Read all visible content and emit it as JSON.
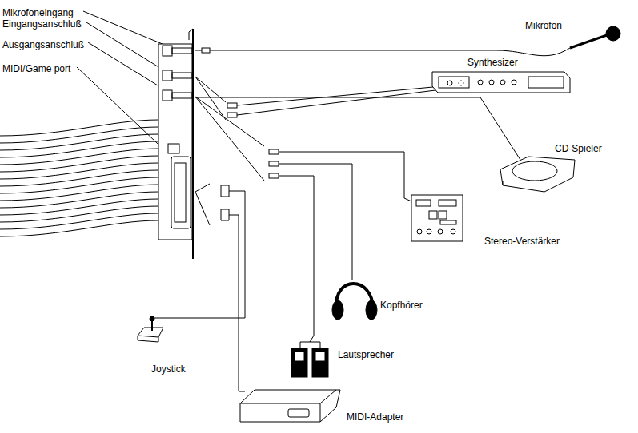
{
  "diagram": {
    "labels": [
      "Mikrofoneingang",
      "Eingangsanschluß",
      "Ausgangsanschluß",
      "MIDI/Game port",
      "Mikrofon",
      "Synthesizer",
      "CD-Spieler",
      "Stereo-Verstärker",
      "Kopfhörer",
      "Lautsprecher",
      "Joystick",
      "MIDI-Adapter"
    ]
  }
}
